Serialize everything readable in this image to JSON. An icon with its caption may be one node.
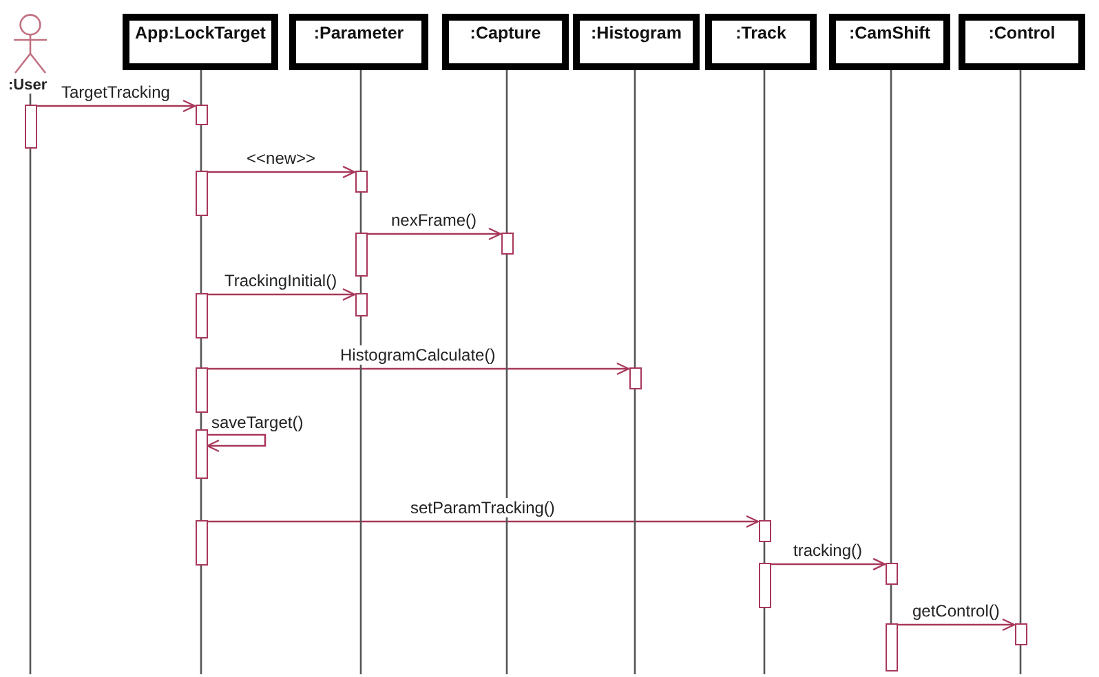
{
  "diagram": {
    "nodes": [
      {
        "text": [
          ":User"
        ]
      },
      {
        "text": [
          "App:LockTarget"
        ]
      },
      {
        "text": [
          ":Parameter"
        ]
      },
      {
        "text": [
          ":Capture"
        ]
      },
      {
        "text": [
          ":Histogram"
        ]
      },
      {
        "text": [
          ":Track"
        ]
      },
      {
        "text": [
          ":CamShift"
        ]
      },
      {
        "text": [
          ":Control"
        ]
      },
      {
        "text": [],
        "shape": "bar"
      },
      {
        "text": [],
        "shape": "bar"
      },
      {
        "text": [],
        "shape": "bar"
      },
      {
        "text": [],
        "shape": "bar"
      },
      {
        "text": [],
        "shape": "bar"
      },
      {
        "text": [],
        "shape": "bar"
      },
      {
        "text": [],
        "shape": "bar"
      },
      {
        "text": [],
        "shape": "bar"
      },
      {
        "text": [],
        "shape": "bar"
      },
      {
        "text": [],
        "shape": "bar"
      },
      {
        "text": [],
        "shape": "bar"
      },
      {
        "text": [],
        "shape": "bar"
      },
      {
        "text": [],
        "shape": "bar"
      },
      {
        "text": [],
        "shape": "bar"
      },
      {
        "text": [],
        "shape": "bar"
      },
      {
        "text": [],
        "shape": "bar"
      },
      {
        "text": [],
        "shape": "bar"
      }
    ],
    "edges": [
      {
        "from": 8,
        "to": 9,
        "arrow": "to",
        "label": "TargetTracking",
        "color": "#a8385a"
      },
      {
        "from": 10,
        "to": 11,
        "arrow": "to",
        "label": "<<new>>",
        "color": "#a8385a"
      },
      {
        "from": 12,
        "to": 13,
        "arrow": "to",
        "label": "nexFrame()",
        "color": "#a8385a"
      },
      {
        "from": 14,
        "to": 15,
        "arrow": "to",
        "label": "TrackingInitial()",
        "color": "#a8385a"
      },
      {
        "from": 16,
        "to": 17,
        "arrow": "to",
        "label": "HistogramCalculate()",
        "color": "#a8385a"
      },
      {
        "from": 18,
        "to": 18,
        "arrow": "to",
        "label": "saveTarget()",
        "color": "#a8385a"
      },
      {
        "from": 19,
        "to": 20,
        "arrow": "to",
        "label": "setParamTracking()",
        "color": "#a8385a"
      },
      {
        "from": 21,
        "to": 22,
        "arrow": "to",
        "label": "tracking()",
        "color": "#a8385a"
      },
      {
        "from": 23,
        "to": 24,
        "arrow": "to",
        "label": "getControl()",
        "color": "#a8385a"
      },
      {
        "from": 0,
        "to": 8,
        "arrow": "none"
      },
      {
        "from": 8,
        "to": null,
        "arrow": "none"
      },
      {
        "from": 1,
        "to": 9,
        "arrow": "none"
      },
      {
        "from": 9,
        "to": 10,
        "arrow": "none"
      },
      {
        "from": 10,
        "to": 14,
        "arrow": "none"
      },
      {
        "from": 14,
        "to": 16,
        "arrow": "none"
      },
      {
        "from": 16,
        "to": 18,
        "arrow": "none"
      },
      {
        "from": 18,
        "to": 19,
        "arrow": "none"
      },
      {
        "from": 19,
        "to": null,
        "arrow": "none"
      },
      {
        "from": 2,
        "to": 11,
        "arrow": "none"
      },
      {
        "from": 11,
        "to": 12,
        "arrow": "none"
      },
      {
        "from": 12,
        "to": 15,
        "arrow": "none"
      },
      {
        "from": 15,
        "to": null,
        "arrow": "none"
      },
      {
        "from": 3,
        "to": 13,
        "arrow": "none"
      },
      {
        "from": 13,
        "to": null,
        "arrow": "none"
      },
      {
        "from": 4,
        "to": 17,
        "arrow": "none"
      },
      {
        "from": 17,
        "to": null,
        "arrow": "none"
      },
      {
        "from": 5,
        "to": 20,
        "arrow": "none"
      },
      {
        "from": 20,
        "to": 21,
        "arrow": "none"
      },
      {
        "from": 21,
        "to": null,
        "arrow": "none"
      },
      {
        "from": 6,
        "to": 22,
        "arrow": "none"
      },
      {
        "from": 22,
        "to": 23,
        "arrow": "none"
      },
      {
        "from": 7,
        "to": 24,
        "arrow": "none"
      },
      {
        "from": 24,
        "to": null,
        "arrow": "none"
      }
    ]
  }
}
